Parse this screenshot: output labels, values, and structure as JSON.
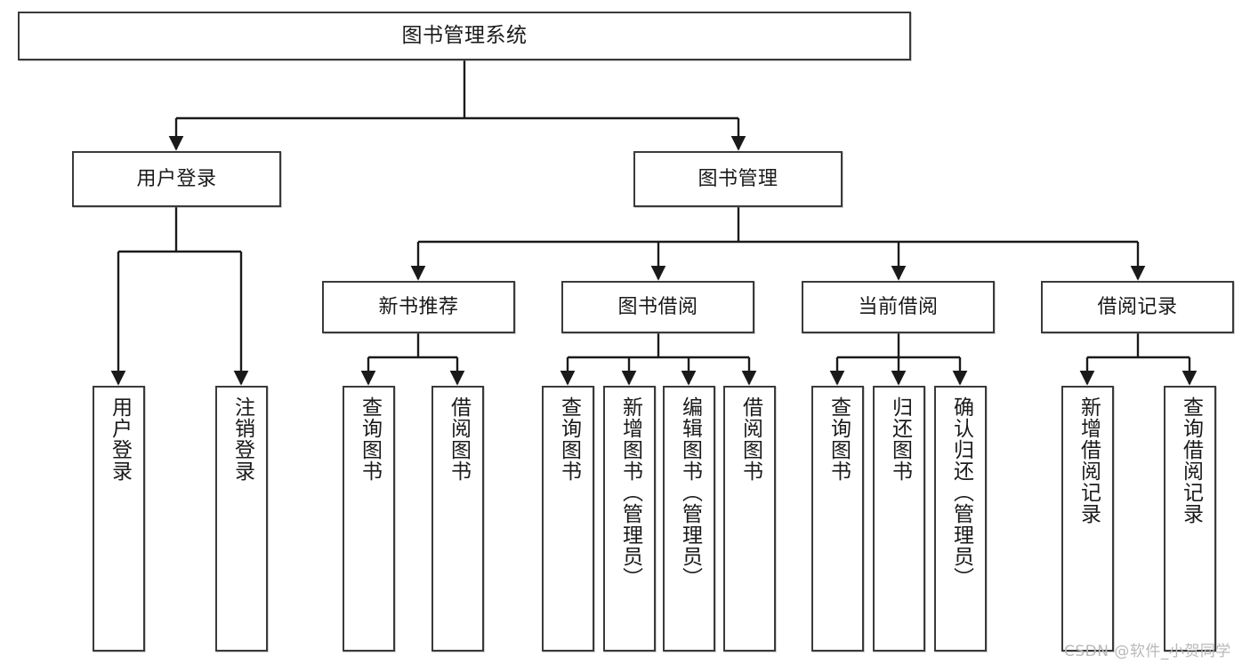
{
  "diagram": {
    "title": "图书管理系统",
    "type": "tree-hierarchy-chart",
    "orientation": "top-down",
    "colors": {
      "node_border": "#3a3a3a",
      "node_fill": "#ffffff",
      "edge": "#1a1a1a",
      "text": "#1a1a1a",
      "watermark": "#b9b9b9",
      "background": "#ffffff"
    }
  },
  "nodes": {
    "root": {
      "label": "图书管理系统"
    },
    "level2": [
      {
        "label": "用户登录"
      },
      {
        "label": "图书管理"
      }
    ],
    "level3": [
      {
        "label": "新书推荐"
      },
      {
        "label": "图书借阅"
      },
      {
        "label": "当前借阅"
      },
      {
        "label": "借阅记录"
      }
    ],
    "leaves": {
      "user_login": [
        {
          "label": "用户登录"
        },
        {
          "label": "注销登录"
        }
      ],
      "new_book_recommend": [
        {
          "label": "查询图书"
        },
        {
          "label": "借阅图书"
        }
      ],
      "book_borrow": [
        {
          "label": "查询图书"
        },
        {
          "label": "新增图书（管理员）"
        },
        {
          "label": "编辑图书（管理员）"
        },
        {
          "label": "借阅图书"
        }
      ],
      "current_borrow": [
        {
          "label": "查询图书"
        },
        {
          "label": "归还图书"
        },
        {
          "label": "确认归还（管理员）"
        }
      ],
      "borrow_record": [
        {
          "label": "新增借阅记录"
        },
        {
          "label": "查询借阅记录"
        }
      ]
    }
  },
  "watermark": {
    "text": "CSDN @软件_小贺同学"
  }
}
